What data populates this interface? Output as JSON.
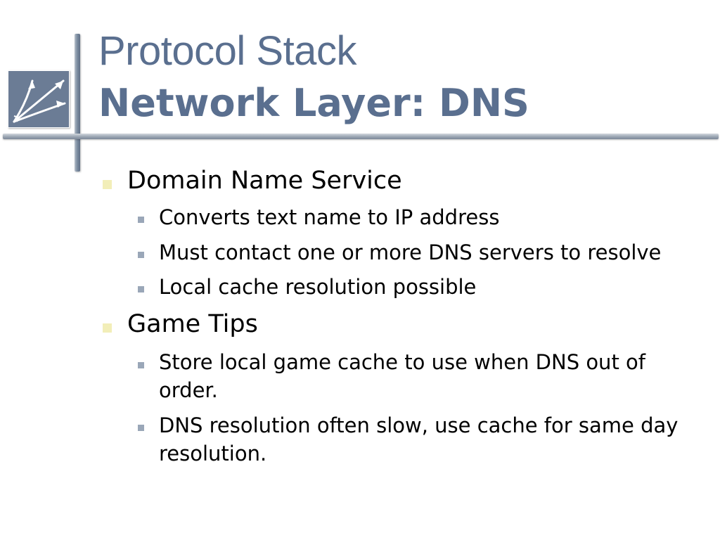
{
  "title": {
    "line1": "Protocol Stack",
    "line2": "Network Layer: DNS"
  },
  "logo": {
    "icon": "arrows-logo-icon"
  },
  "colors": {
    "title": "#5a6f8f",
    "bullet_level1": "#f2eeb8",
    "bullet_level2": "#9aa7b8",
    "logo_bg": "#6b7c95"
  },
  "bullets": [
    {
      "text": "Domain Name Service",
      "sub": [
        "Converts text name to IP address",
        "Must contact one or more DNS servers to resolve",
        "Local cache resolution possible"
      ]
    },
    {
      "text": "Game Tips",
      "sub": [
        "Store local game cache to use when DNS out of order.",
        "DNS resolution often slow, use cache for same day resolution."
      ]
    }
  ]
}
